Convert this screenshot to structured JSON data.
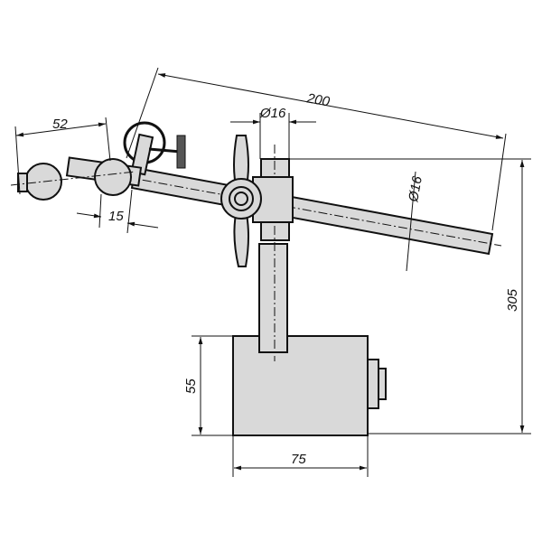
{
  "drawing": {
    "title": "Magnetic measuring stand",
    "dimensions": {
      "arm_length": "200",
      "post_diameter": "Ø16",
      "arm_diameter": "Ø16",
      "height": "305",
      "base_height": "55",
      "base_width": "75",
      "joint_span": "52",
      "joint_offset": "15"
    }
  },
  "colors": {
    "fill": "#d9d9d9",
    "line": "#111111"
  }
}
